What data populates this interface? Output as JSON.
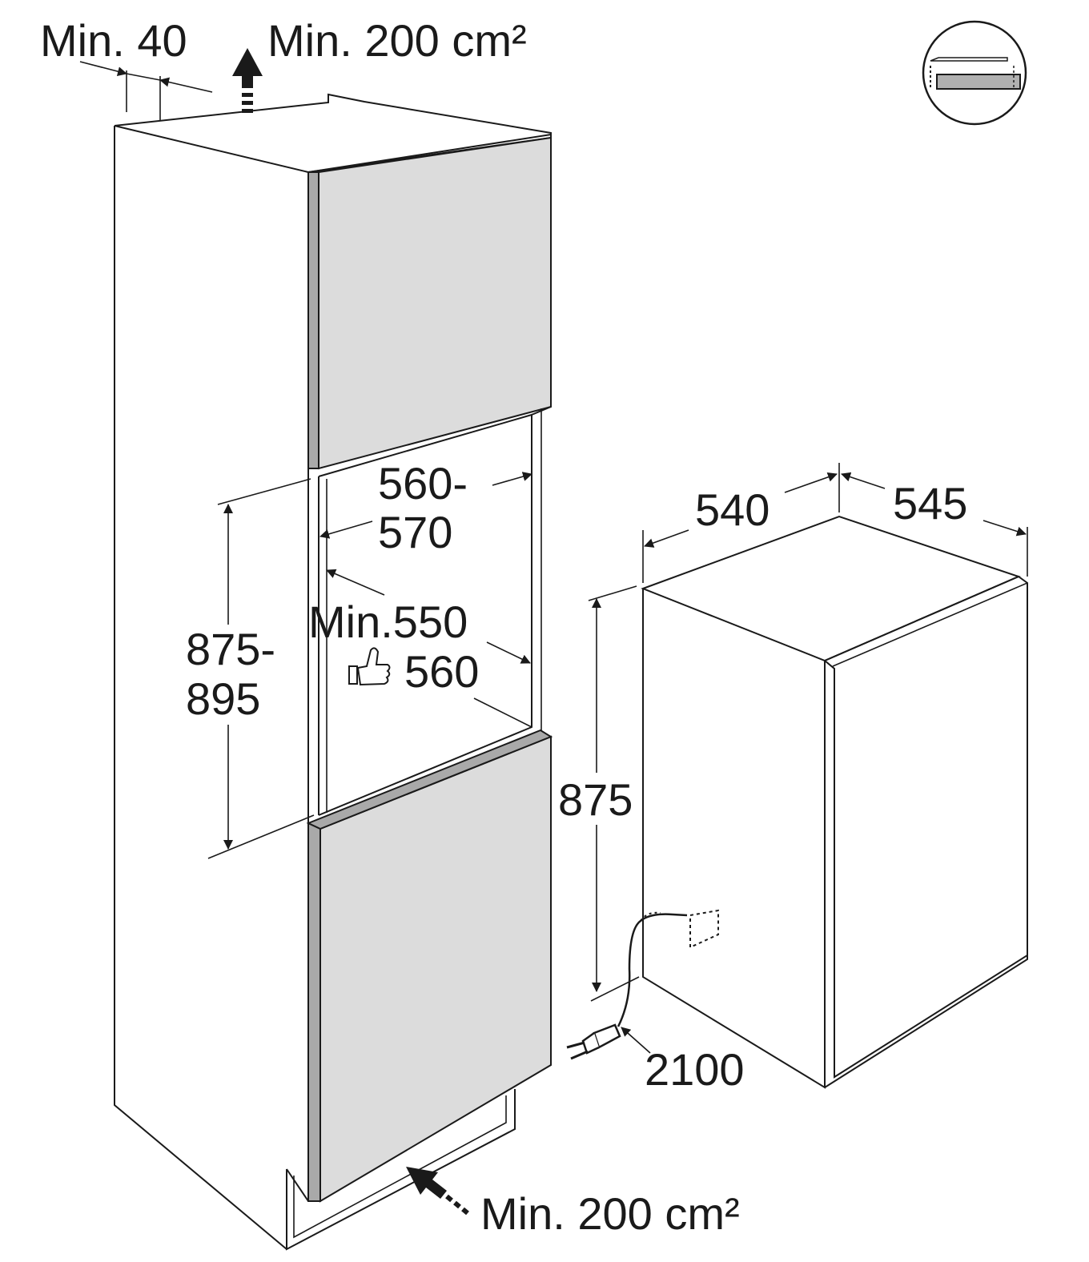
{
  "top_clearance": {
    "gap_label": "Min. 40",
    "vent_label": "Min. 200 cm²"
  },
  "niche": {
    "width_label_1": "560-",
    "width_label_2": "570",
    "height_label_1": "875-",
    "height_label_2": "895",
    "depth_min_label": "Min.550",
    "depth_recommended_label": "560"
  },
  "appliance": {
    "width_label": "540",
    "depth_label": "545",
    "height_label": "875",
    "cable_length_label": "2100"
  },
  "bottom_vent": {
    "vent_label": "Min. 200 cm²"
  },
  "icons": [
    "up-arrow-vent-icon",
    "installation-type-icon",
    "thumbs-up-icon",
    "power-plug-icon",
    "diagonal-arrow-vent-icon"
  ],
  "colors": {
    "line": "#1a1a1a",
    "door_panel": "#dcdcdc",
    "door_edge": "#a9a9a9",
    "background": "#ffffff"
  }
}
